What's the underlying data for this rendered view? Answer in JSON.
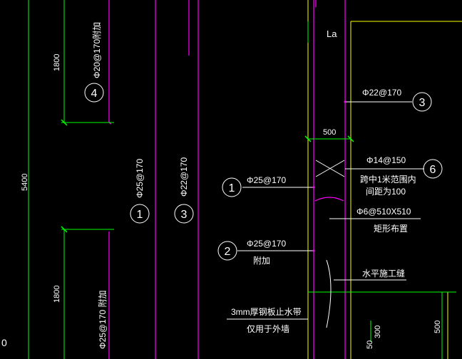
{
  "labels": {
    "la": "La",
    "rebar_22_170_top": "Φ22@170",
    "dim_500_h": "500",
    "rebar_14_150": "Φ14@150",
    "note_span_1": "跨中1米范围内",
    "note_span_2": "间距为100",
    "rebar_25_170_a": "Φ25@170",
    "rebar_6": "Φ6@510X510",
    "rect_layout": "矩形布置",
    "rebar_25_170_b": "Φ25@170",
    "fujia": "附加",
    "horizontal_joint": "水平施工缝",
    "steel_plate": "3mm厚钢板止水带",
    "outer_wall_only": "仅用于外墙",
    "dim_1800_top": "1800",
    "dim_5400": "5400",
    "dim_1800_bottom": "1800",
    "vert_20_170": "Φ20@170附加",
    "vert_25_170_fujia": "Φ25@170 附加",
    "vert_25_170": "Φ25@170",
    "vert_22_170": "Φ22@170",
    "dim_300": "300",
    "dim_50": "50",
    "dim_500_v": "500",
    "edge_zero": "0"
  },
  "markers": {
    "m4": "4",
    "m3_top": "3",
    "m6": "6",
    "m1_left": "1",
    "m3_left": "3",
    "m1_right": "1",
    "m2": "2"
  },
  "colors": {
    "background": "#000000",
    "line_yellow": "#ffff00",
    "line_magenta": "#ff00ff",
    "line_green": "#00ff00",
    "text_white": "#ffffff"
  }
}
